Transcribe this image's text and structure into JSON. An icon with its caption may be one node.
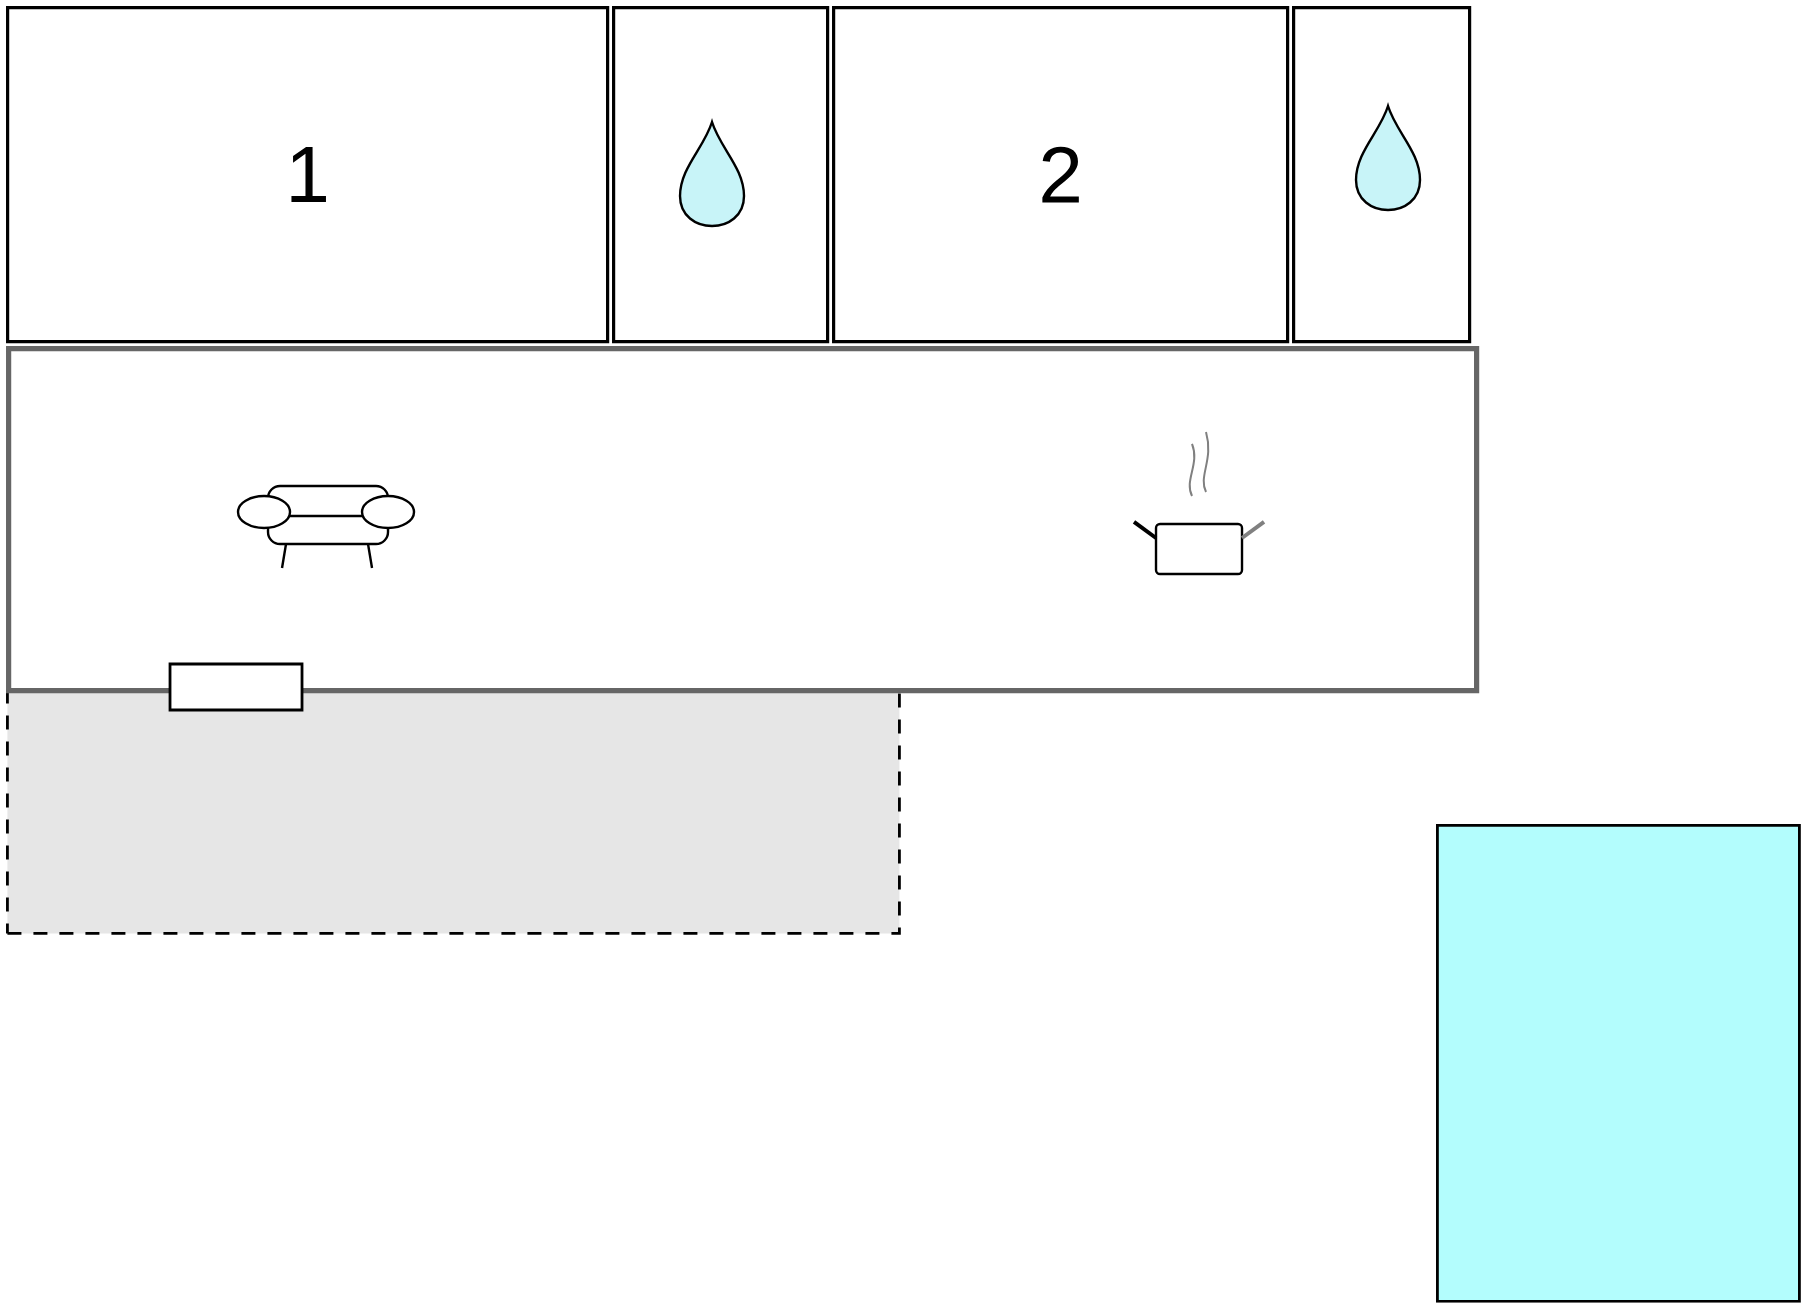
{
  "diagram": {
    "nodes": [
      {
        "text": [
          "1"
        ]
      },
      {
        "text": [],
        "shape": "box"
      },
      {
        "text": [
          "2"
        ]
      },
      {
        "text": [],
        "shape": "box"
      },
      {
        "text": [],
        "shape": "box"
      },
      {
        "text": [],
        "shape": "box"
      },
      {
        "text": [],
        "shape": "box"
      }
    ]
  }
}
